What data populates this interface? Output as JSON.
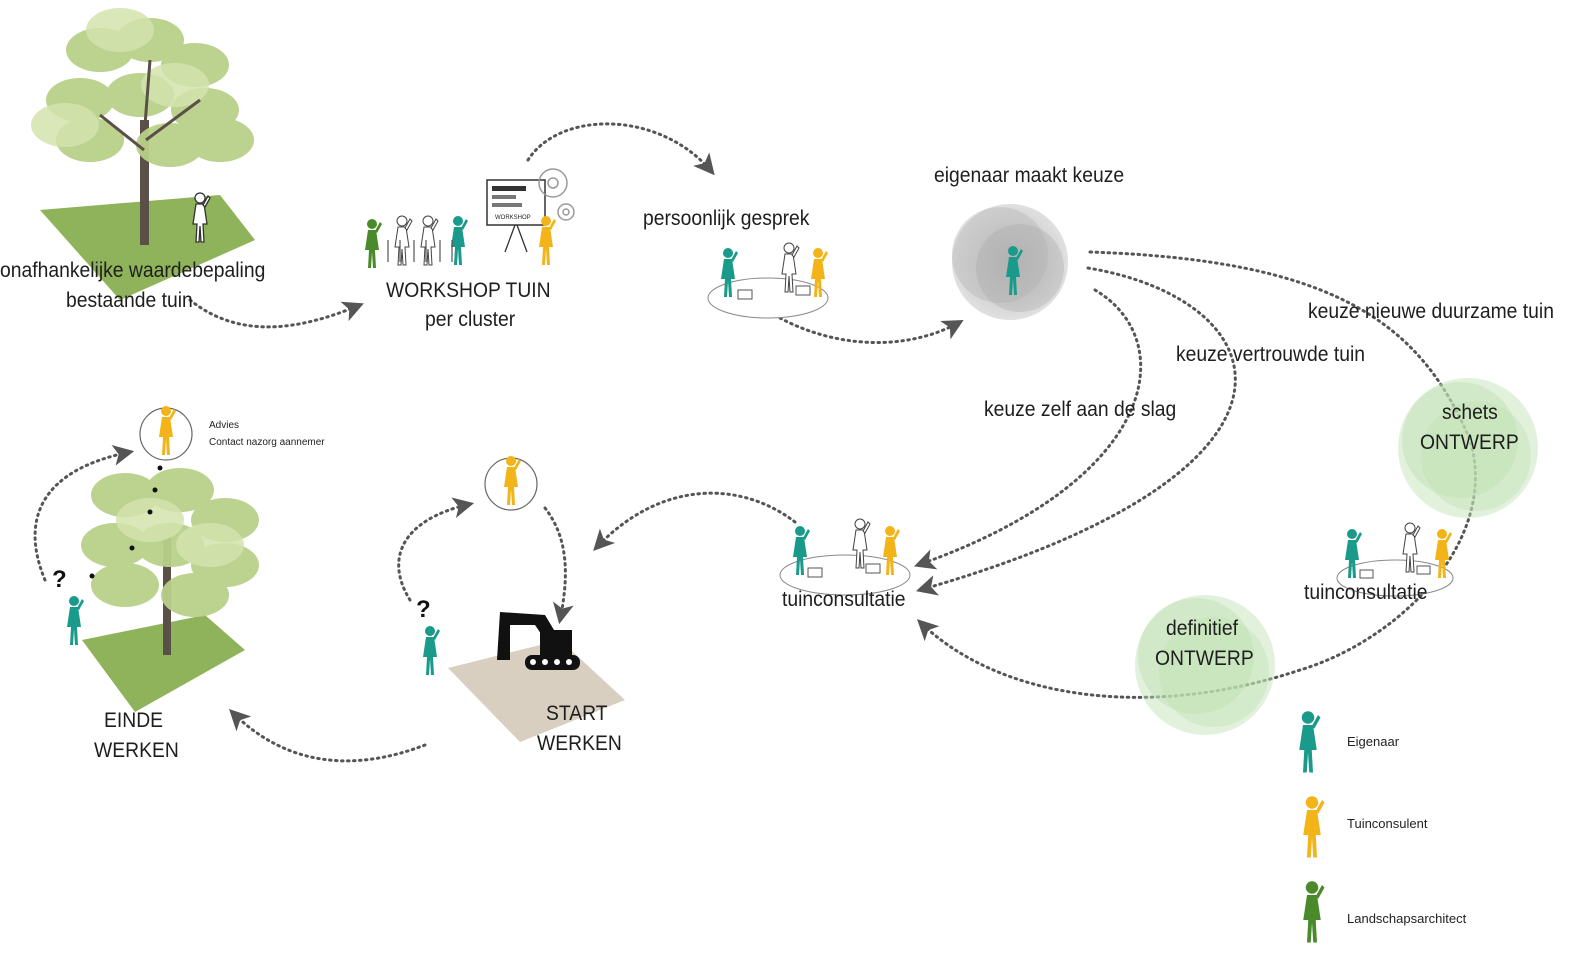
{
  "labels": {
    "valuation_line1": "onafhankelijke waardebepaling",
    "valuation_line2": "bestaande  tuin",
    "workshop_line1": "WORKSHOP TUIN",
    "workshop_line2": "per cluster",
    "workshop_board": "WORKSHOP",
    "personal_talk": "persoonlijk gesprek",
    "owner_choice": "eigenaar maakt keuze",
    "choice_new": "keuze nieuwe duurzame tuin",
    "choice_trusted": "keuze vertrouwde tuin",
    "choice_self": "keuze zelf aan de slag",
    "sketch_line1": "schets",
    "sketch_line2": "ONTWERP",
    "final_line1": "definitief",
    "final_line2": "ONTWERP",
    "consult_center": "tuinconsultatie",
    "consult_right": "tuinconsultatie",
    "start_line1": "START",
    "start_line2": "WERKEN",
    "end_line1": "EINDE",
    "end_line2": "WERKEN",
    "advice_line1": "Advies",
    "advice_line2": "Contact nazorg aannemer",
    "question_left": "?",
    "question_mid": "?"
  },
  "legend": [
    {
      "label": "Eigenaar",
      "color": "#1a9a8a"
    },
    {
      "label": "Tuinconsulent",
      "color": "#f2b418"
    },
    {
      "label": "Landschapsarchitect",
      "color": "#4b8a2a"
    }
  ],
  "colors": {
    "owner": "#1a9a8a",
    "consultant": "#f2b418",
    "architect": "#4b8a2a",
    "grass": "#8fb35a",
    "soil": "#d8cfc0",
    "leaf_light": "#c9dba0",
    "leaf_mid": "#aac57a",
    "trunk": "#5a5048",
    "bubble_green": "#cfe6c4",
    "bubble_grey": "#c4c4c4",
    "arrow": "#555555"
  },
  "icons": [
    "tree-icon",
    "person-icon",
    "workshop-board-icon",
    "gear-icon",
    "table-icon",
    "laptop-icon",
    "excavator-icon",
    "arrow-icon"
  ]
}
